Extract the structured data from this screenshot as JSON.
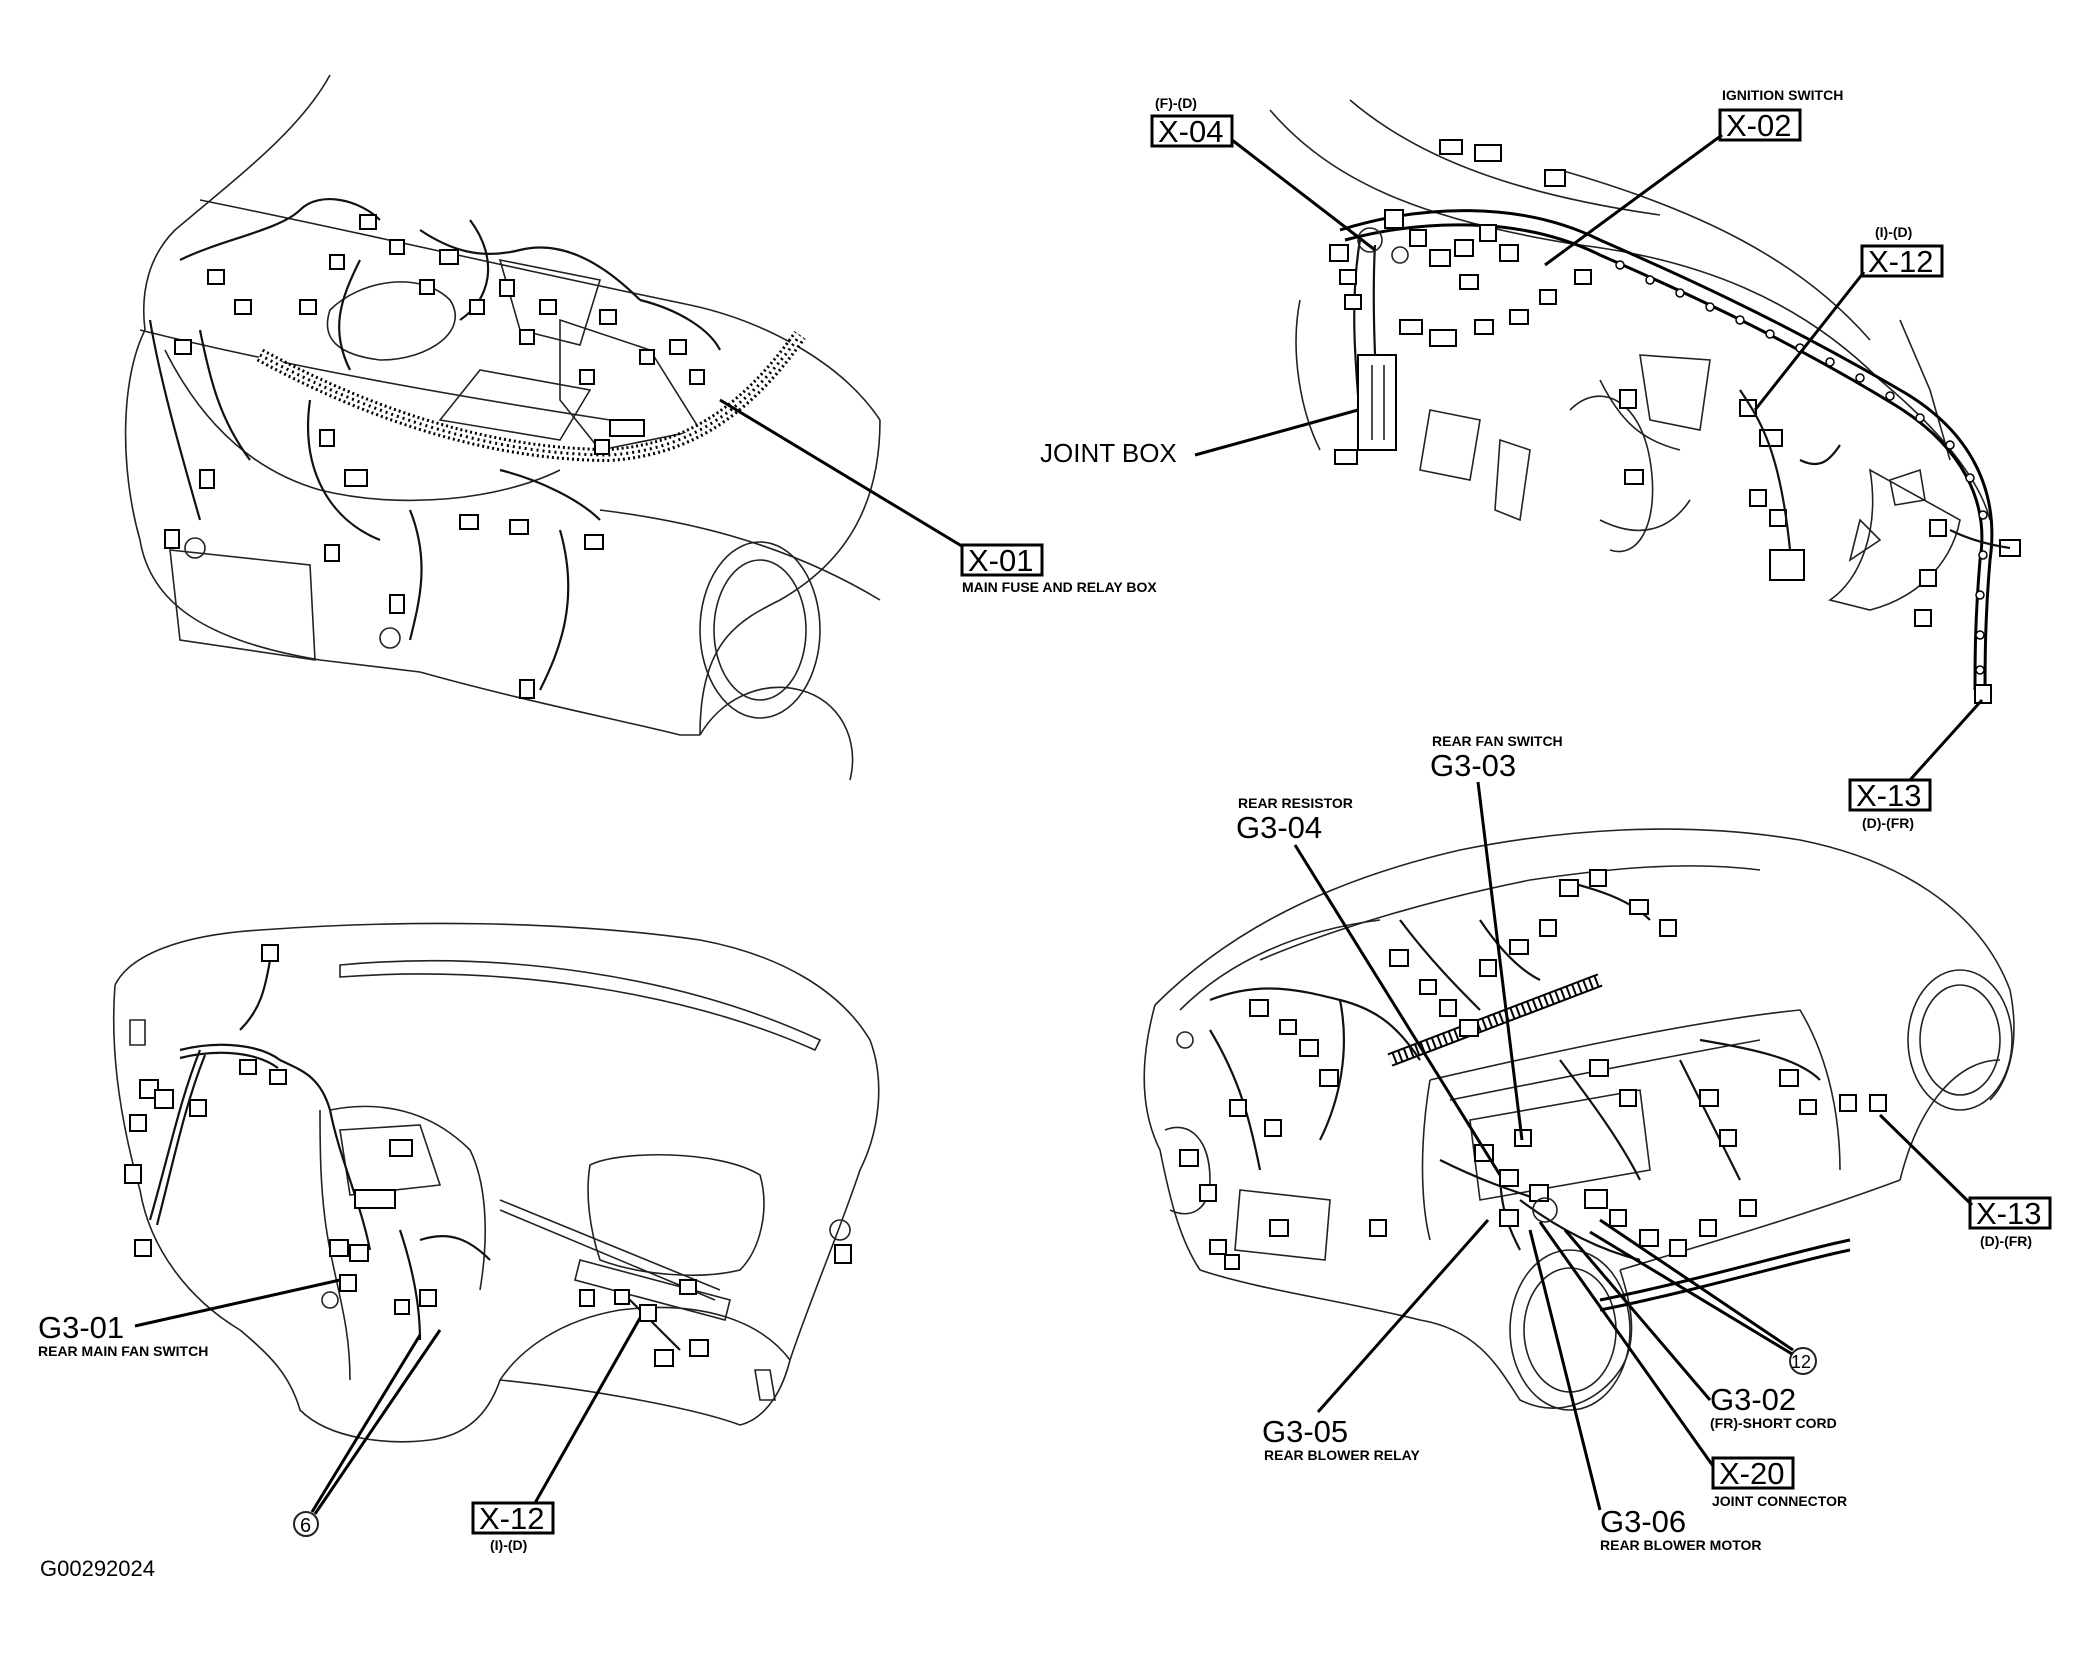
{
  "diagram_id": "G00292024",
  "engine_bay_view": {
    "callouts": [
      {
        "code": "X-01",
        "label": "MAIN FUSE AND RELAY BOX"
      }
    ]
  },
  "dashboard_top_view": {
    "callouts": [
      {
        "code": "X-04",
        "note": "(F)-(D)"
      },
      {
        "code": "X-02",
        "label": "IGNITION SWITCH"
      },
      {
        "code": "X-12",
        "note": "(I)-(D)"
      },
      {
        "code": "X-13",
        "note": "(D)-(FR)"
      }
    ],
    "joint_box_label": "JOINT BOX"
  },
  "instrument_panel_view": {
    "callouts": [
      {
        "code": "G3-01",
        "label": "REAR MAIN FAN SWITCH"
      },
      {
        "code": "X-12",
        "note": "(I)-(D)"
      }
    ],
    "circle_marker": "6"
  },
  "rear_body_view": {
    "callouts": [
      {
        "code": "G3-03",
        "label": "REAR FAN SWITCH"
      },
      {
        "code": "G3-04",
        "label": "REAR RESISTOR"
      },
      {
        "code": "X-13",
        "note": "(D)-(FR)"
      },
      {
        "code": "G3-05",
        "label": "REAR BLOWER RELAY"
      },
      {
        "code": "G3-02",
        "label": "(FR)-SHORT CORD"
      },
      {
        "code": "X-20",
        "label": "JOINT CONNECTOR"
      },
      {
        "code": "G3-06",
        "label": "REAR BLOWER MOTOR"
      }
    ],
    "circle_marker": "12"
  }
}
